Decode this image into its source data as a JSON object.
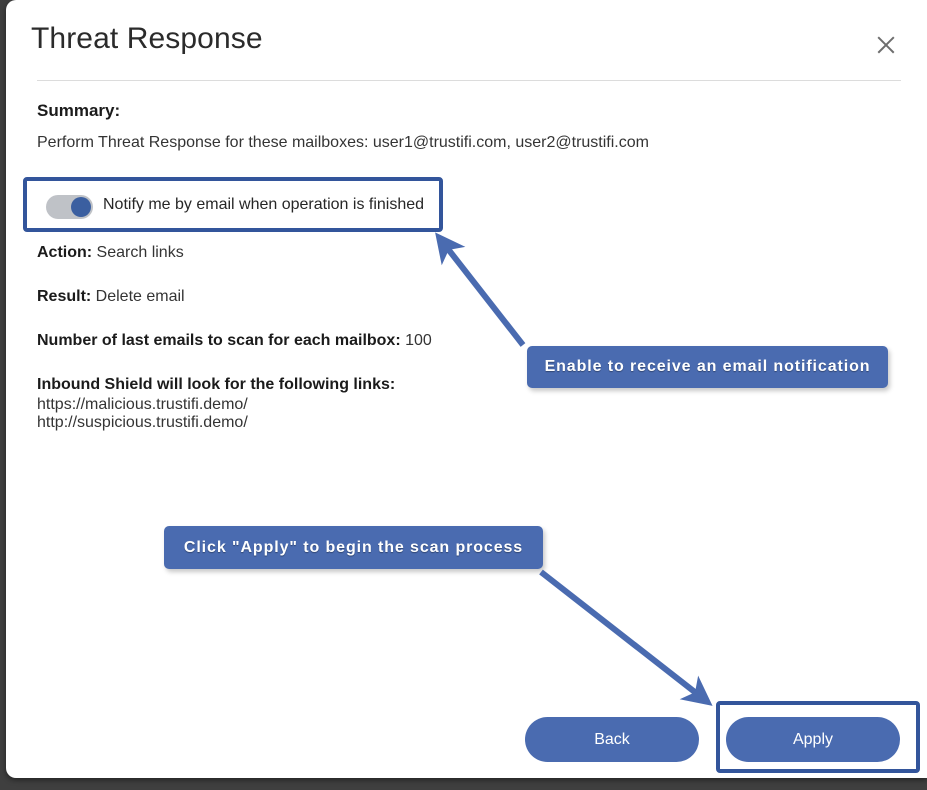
{
  "dialog": {
    "title": "Threat Response",
    "close_icon": "close-icon"
  },
  "summary": {
    "label": "Summary:",
    "text": "Perform Threat Response for these mailboxes: user1@trustifi.com, user2@trustifi.com"
  },
  "notify": {
    "label": "Notify me by email when operation is finished",
    "enabled": true
  },
  "details": {
    "action_label": "Action:",
    "action_value": "Search links",
    "result_label": "Result:",
    "result_value": "Delete email",
    "count_label": "Number of last emails to scan for each mailbox:",
    "count_value": "100",
    "links_title": "Inbound Shield will look for the following links:",
    "links": [
      "https://malicious.trustifi.demo/",
      "http://suspicious.trustifi.demo/"
    ]
  },
  "annotations": {
    "notify_callout": "Enable to receive an email notification",
    "apply_callout": "Click \"Apply\" to begin the scan process"
  },
  "footer": {
    "back_label": "Back",
    "apply_label": "Apply"
  },
  "colors": {
    "accent": "#4a6bb0",
    "highlight_border": "#33559b",
    "toggle_track": "#bfc2c7",
    "toggle_knob": "#3b5fa0"
  }
}
